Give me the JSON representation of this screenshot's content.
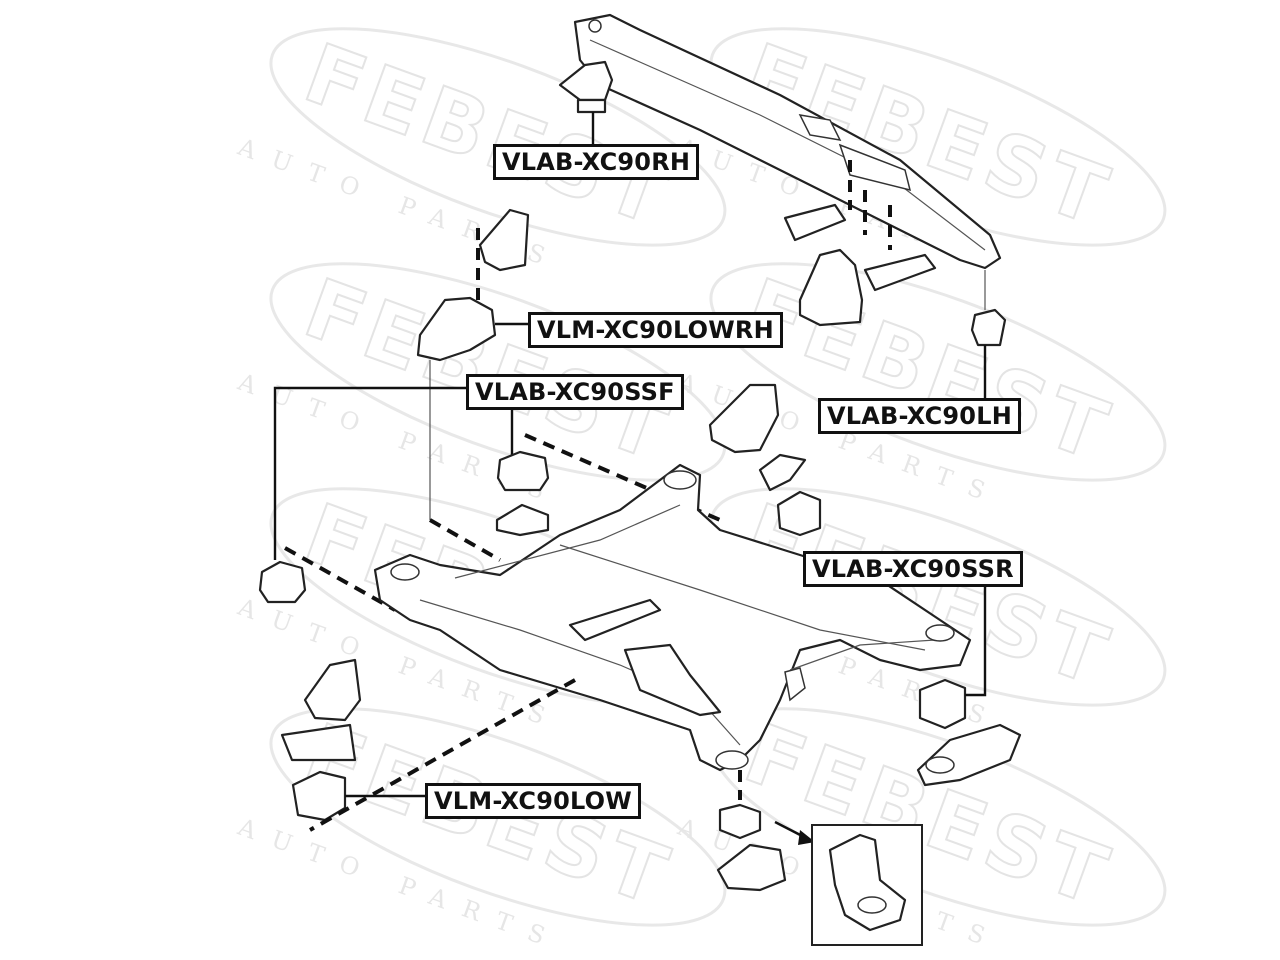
{
  "watermark": {
    "brand": "FEBEST",
    "tagline": "AUTO PARTS"
  },
  "labels": {
    "rh": "VLAB-XC90RH",
    "lowrh": "VLM-XC90LOWRH",
    "ssf": "VLAB-XC90SSF",
    "lh": "VLAB-XC90LH",
    "ssr": "VLAB-XC90SSR",
    "low": "VLM-XC90LOW"
  }
}
